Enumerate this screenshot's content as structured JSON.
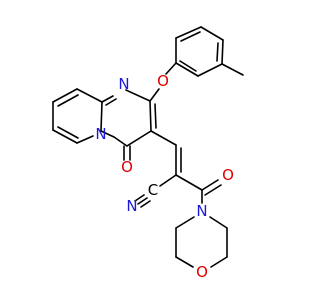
{
  "structure": {
    "atoms": {
      "n_pyrimidine": "N",
      "n_bridgehead": "N",
      "o_ether": "O",
      "o_ring_carbonyl": "O",
      "o_amide": "O",
      "c_nitrile": "C",
      "n_nitrile": "N",
      "n_morpholine": "N",
      "o_morpholine": "O"
    }
  }
}
